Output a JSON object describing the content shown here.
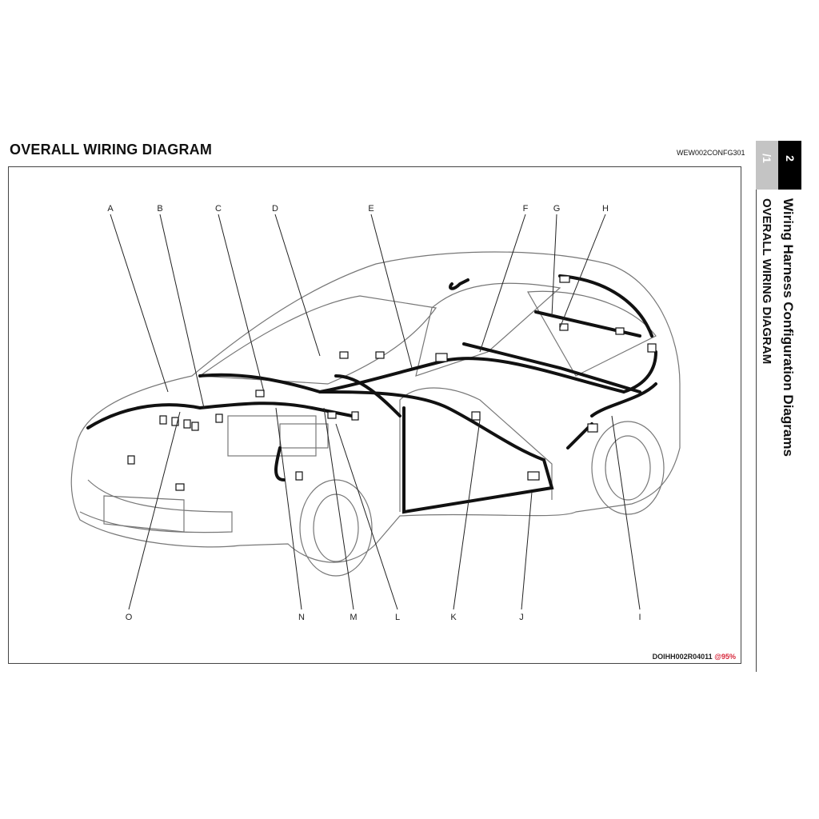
{
  "header": {
    "title": "OVERALL WIRING DIAGRAM",
    "doc_id": "WEW002CONFG301"
  },
  "side_tab": {
    "section_number": "2",
    "subsection": "/1",
    "section_title": "Wiring Harness Configuration Diagrams",
    "subsection_title": "OVERALL WIRING DIAGRAM"
  },
  "figure": {
    "figure_id": "DOIHH002R04011",
    "scale": "@95%",
    "callouts_top": [
      "A",
      "B",
      "C",
      "D",
      "E",
      "F",
      "G",
      "H"
    ],
    "callouts_bottom": [
      "O",
      "N",
      "M",
      "L",
      "K",
      "J",
      "I"
    ]
  }
}
